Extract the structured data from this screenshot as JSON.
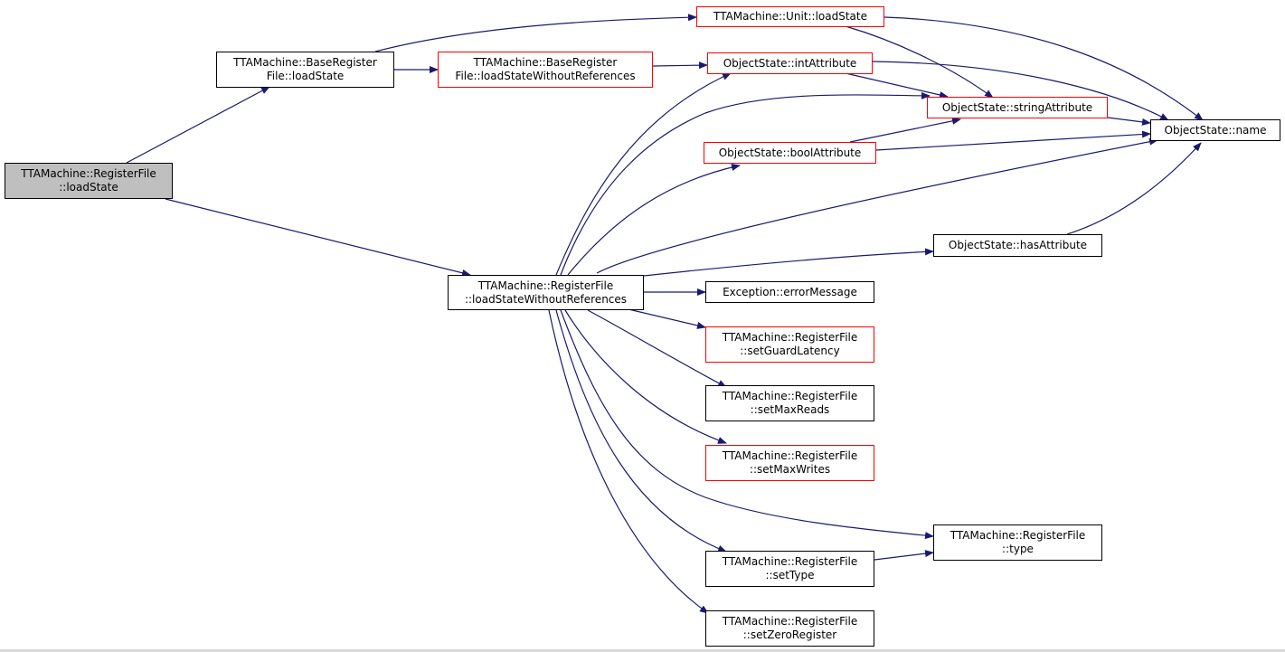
{
  "colors": {
    "edge": "#191970",
    "border_default": "#000000",
    "border_link": "#ff0000",
    "root_fill": "#bfbfbf"
  },
  "nodes": {
    "root": {
      "line1": "TTAMachine::RegisterFile",
      "line2": "::loadState"
    },
    "base_load": {
      "line1": "TTAMachine::BaseRegister",
      "line2": "File::loadState"
    },
    "base_lswr": {
      "line1": "TTAMachine::BaseRegister",
      "line2": "File::loadStateWithoutReferences"
    },
    "unit_load": {
      "line1": "TTAMachine::Unit::loadState"
    },
    "int_attr": {
      "line1": "ObjectState::intAttribute"
    },
    "string_attr": {
      "line1": "ObjectState::stringAttribute"
    },
    "name": {
      "line1": "ObjectState::name"
    },
    "bool_attr": {
      "line1": "ObjectState::boolAttribute"
    },
    "has_attr": {
      "line1": "ObjectState::hasAttribute"
    },
    "rf_lswr": {
      "line1": "TTAMachine::RegisterFile",
      "line2": "::loadStateWithoutReferences"
    },
    "err_msg": {
      "line1": "Exception::errorMessage"
    },
    "set_guard": {
      "line1": "TTAMachine::RegisterFile",
      "line2": "::setGuardLatency"
    },
    "set_max_reads": {
      "line1": "TTAMachine::RegisterFile",
      "line2": "::setMaxReads"
    },
    "set_max_writes": {
      "line1": "TTAMachine::RegisterFile",
      "line2": "::setMaxWrites"
    },
    "rf_type": {
      "line1": "TTAMachine::RegisterFile",
      "line2": "::type"
    },
    "set_type": {
      "line1": "TTAMachine::RegisterFile",
      "line2": "::setType"
    },
    "set_zero": {
      "line1": "TTAMachine::RegisterFile",
      "line2": "::setZeroRegister"
    }
  }
}
